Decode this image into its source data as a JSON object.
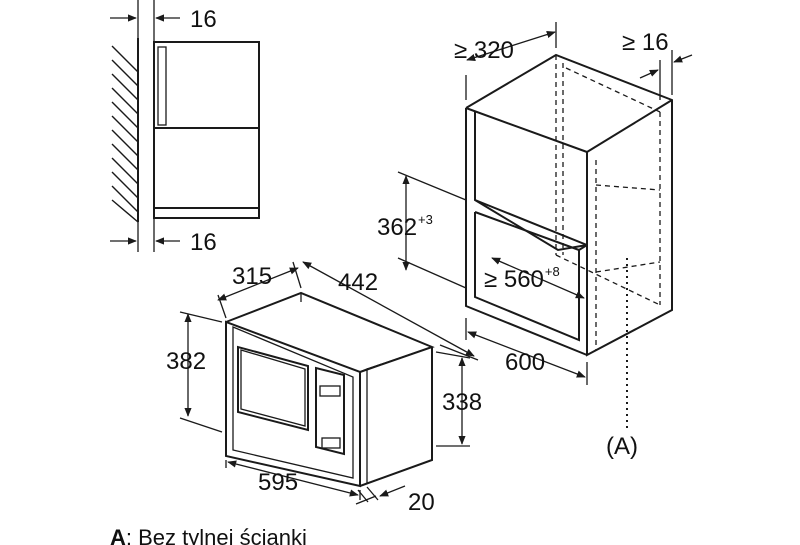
{
  "dimensions": {
    "wall_gap_top": "16",
    "wall_gap_bottom": "16",
    "cabinet_depth": "≥ 320",
    "cabinet_rear_gap": "≥ 16",
    "opening_height_value": "362",
    "opening_height_tolerance": "+3",
    "opening_width_value": "≥ 560",
    "opening_width_tolerance": "+8",
    "cabinet_width": "600",
    "oven_depth": "315",
    "oven_body_width": "442",
    "oven_front_height": "382",
    "oven_body_height": "338",
    "oven_front_width": "595",
    "front_frame_depth": "20"
  },
  "callout": {
    "marker": "(A)",
    "note_letter": "A",
    "note_text": ": Bez tylnej ścianki"
  }
}
